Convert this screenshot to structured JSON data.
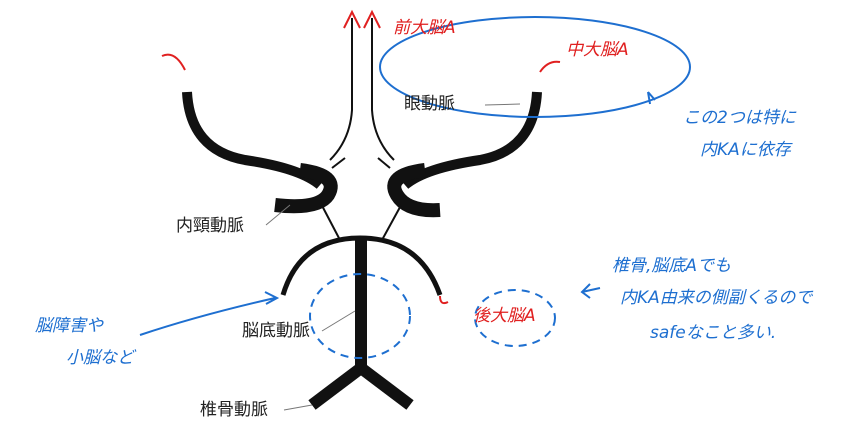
{
  "labels": {
    "ophthalmic": "眼動脈",
    "internal_carotid": "内頸動脈",
    "basilar": "脳底動脈",
    "vertebral": "椎骨動脈"
  },
  "annotations": {
    "anterior_cerebral": "前大脳A",
    "middle_cerebral": "中大脳A",
    "posterior_cerebral": "後大脳A",
    "note_ica_line1": "この2つは特に",
    "note_ica_line2": "内KAに依存",
    "note_pca_line1": "椎骨,脳底Aでも",
    "note_pca_line2": "内KA由来の側副くるので",
    "note_pca_line3": "safeなこと多い.",
    "note_left_line1": "脳障害や",
    "note_left_line2": "小脳など"
  },
  "colors": {
    "vessel": "#111111",
    "label_text": "#222222",
    "annotation_red": "#e02020",
    "annotation_blue": "#1e6fd0"
  }
}
